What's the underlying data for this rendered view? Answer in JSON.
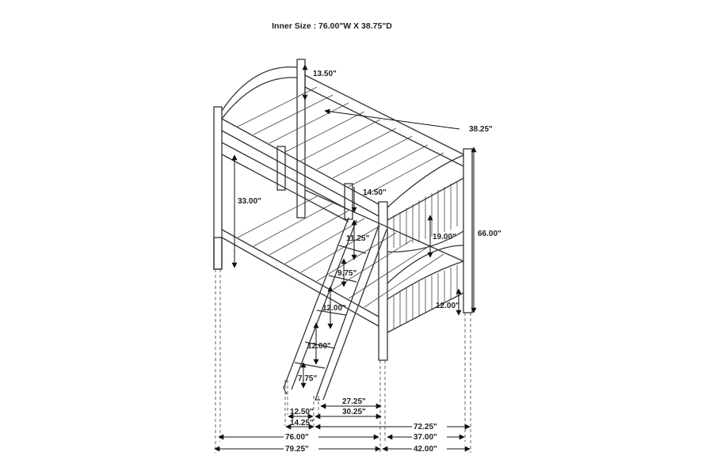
{
  "title": "Inner Size : 76.00\"W X 38.75\"D",
  "dimensions": {
    "top_rail_height": "13.50\"",
    "inner_width": "38.25\"",
    "bunk_clearance": "33.00\"",
    "rail_gap": "14.50\"",
    "footboard_gap": "19.00\"",
    "overall_height": "66.00\"",
    "ladder_step_top": "11.25\"",
    "ladder_step_2": "9.75\"",
    "ladder_step_3": "12.00\"",
    "footboard_bottom": "12.00\"",
    "ladder_step_4": "12.00\"",
    "ladder_bottom": "7.75\"",
    "ladder_to_post_inner": "27.25\"",
    "ladder_to_post": "30.25\"",
    "ladder_depth": "12.50\"",
    "ladder_depth_outer": "14.25\"",
    "ladder_to_back": "72.25\"",
    "inner_length": "76.00\"",
    "inner_depth": "37.00\"",
    "overall_length": "79.25\"",
    "overall_depth": "42.00\""
  }
}
